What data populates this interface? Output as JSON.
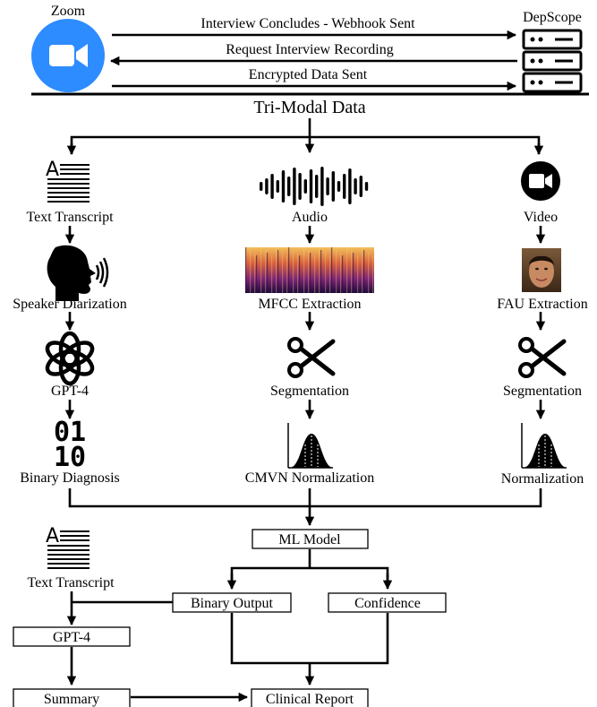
{
  "header": {
    "zoom_label": "Zoom",
    "depscope_label": "DepScope",
    "messages": [
      "Interview Concludes - Webhook Sent",
      "Request Interview Recording",
      "Encrypted Data Sent"
    ]
  },
  "tri_modal_title": "Tri-Modal Data",
  "columns": {
    "text": {
      "source_icon_letter": "A",
      "source": "Text Transcript",
      "step1": "Speaker Diarization",
      "step2": "GPT-4",
      "step3_digits_top": "01",
      "step3_digits_bottom": "10",
      "step3": "Binary Diagnosis"
    },
    "audio": {
      "source": "Audio",
      "step1": "MFCC Extraction",
      "step2": "Segmentation",
      "step3": "CMVN Normalization"
    },
    "video": {
      "source": "Video",
      "step1": "FAU Extraction",
      "step2": "Segmentation",
      "step3": "Normalization"
    }
  },
  "bottom": {
    "model": "ML Model",
    "binary_output": "Binary Output",
    "confidence": "Confidence",
    "transcript_icon_letter": "A",
    "transcript": "Text Transcript",
    "gpt": "GPT-4",
    "summary": "Summary",
    "report": "Clinical Report"
  },
  "colors": {
    "zoom_blue": "#2D8CFF",
    "line": "#000000"
  },
  "icons": [
    "video-camera-icon",
    "server-rack-icon",
    "document-lines-icon",
    "waveform-icon",
    "speaking-head-icon",
    "spectrogram-icon",
    "face-photo-icon",
    "openai-knot-icon",
    "scissors-icon",
    "bell-curve-icon"
  ]
}
